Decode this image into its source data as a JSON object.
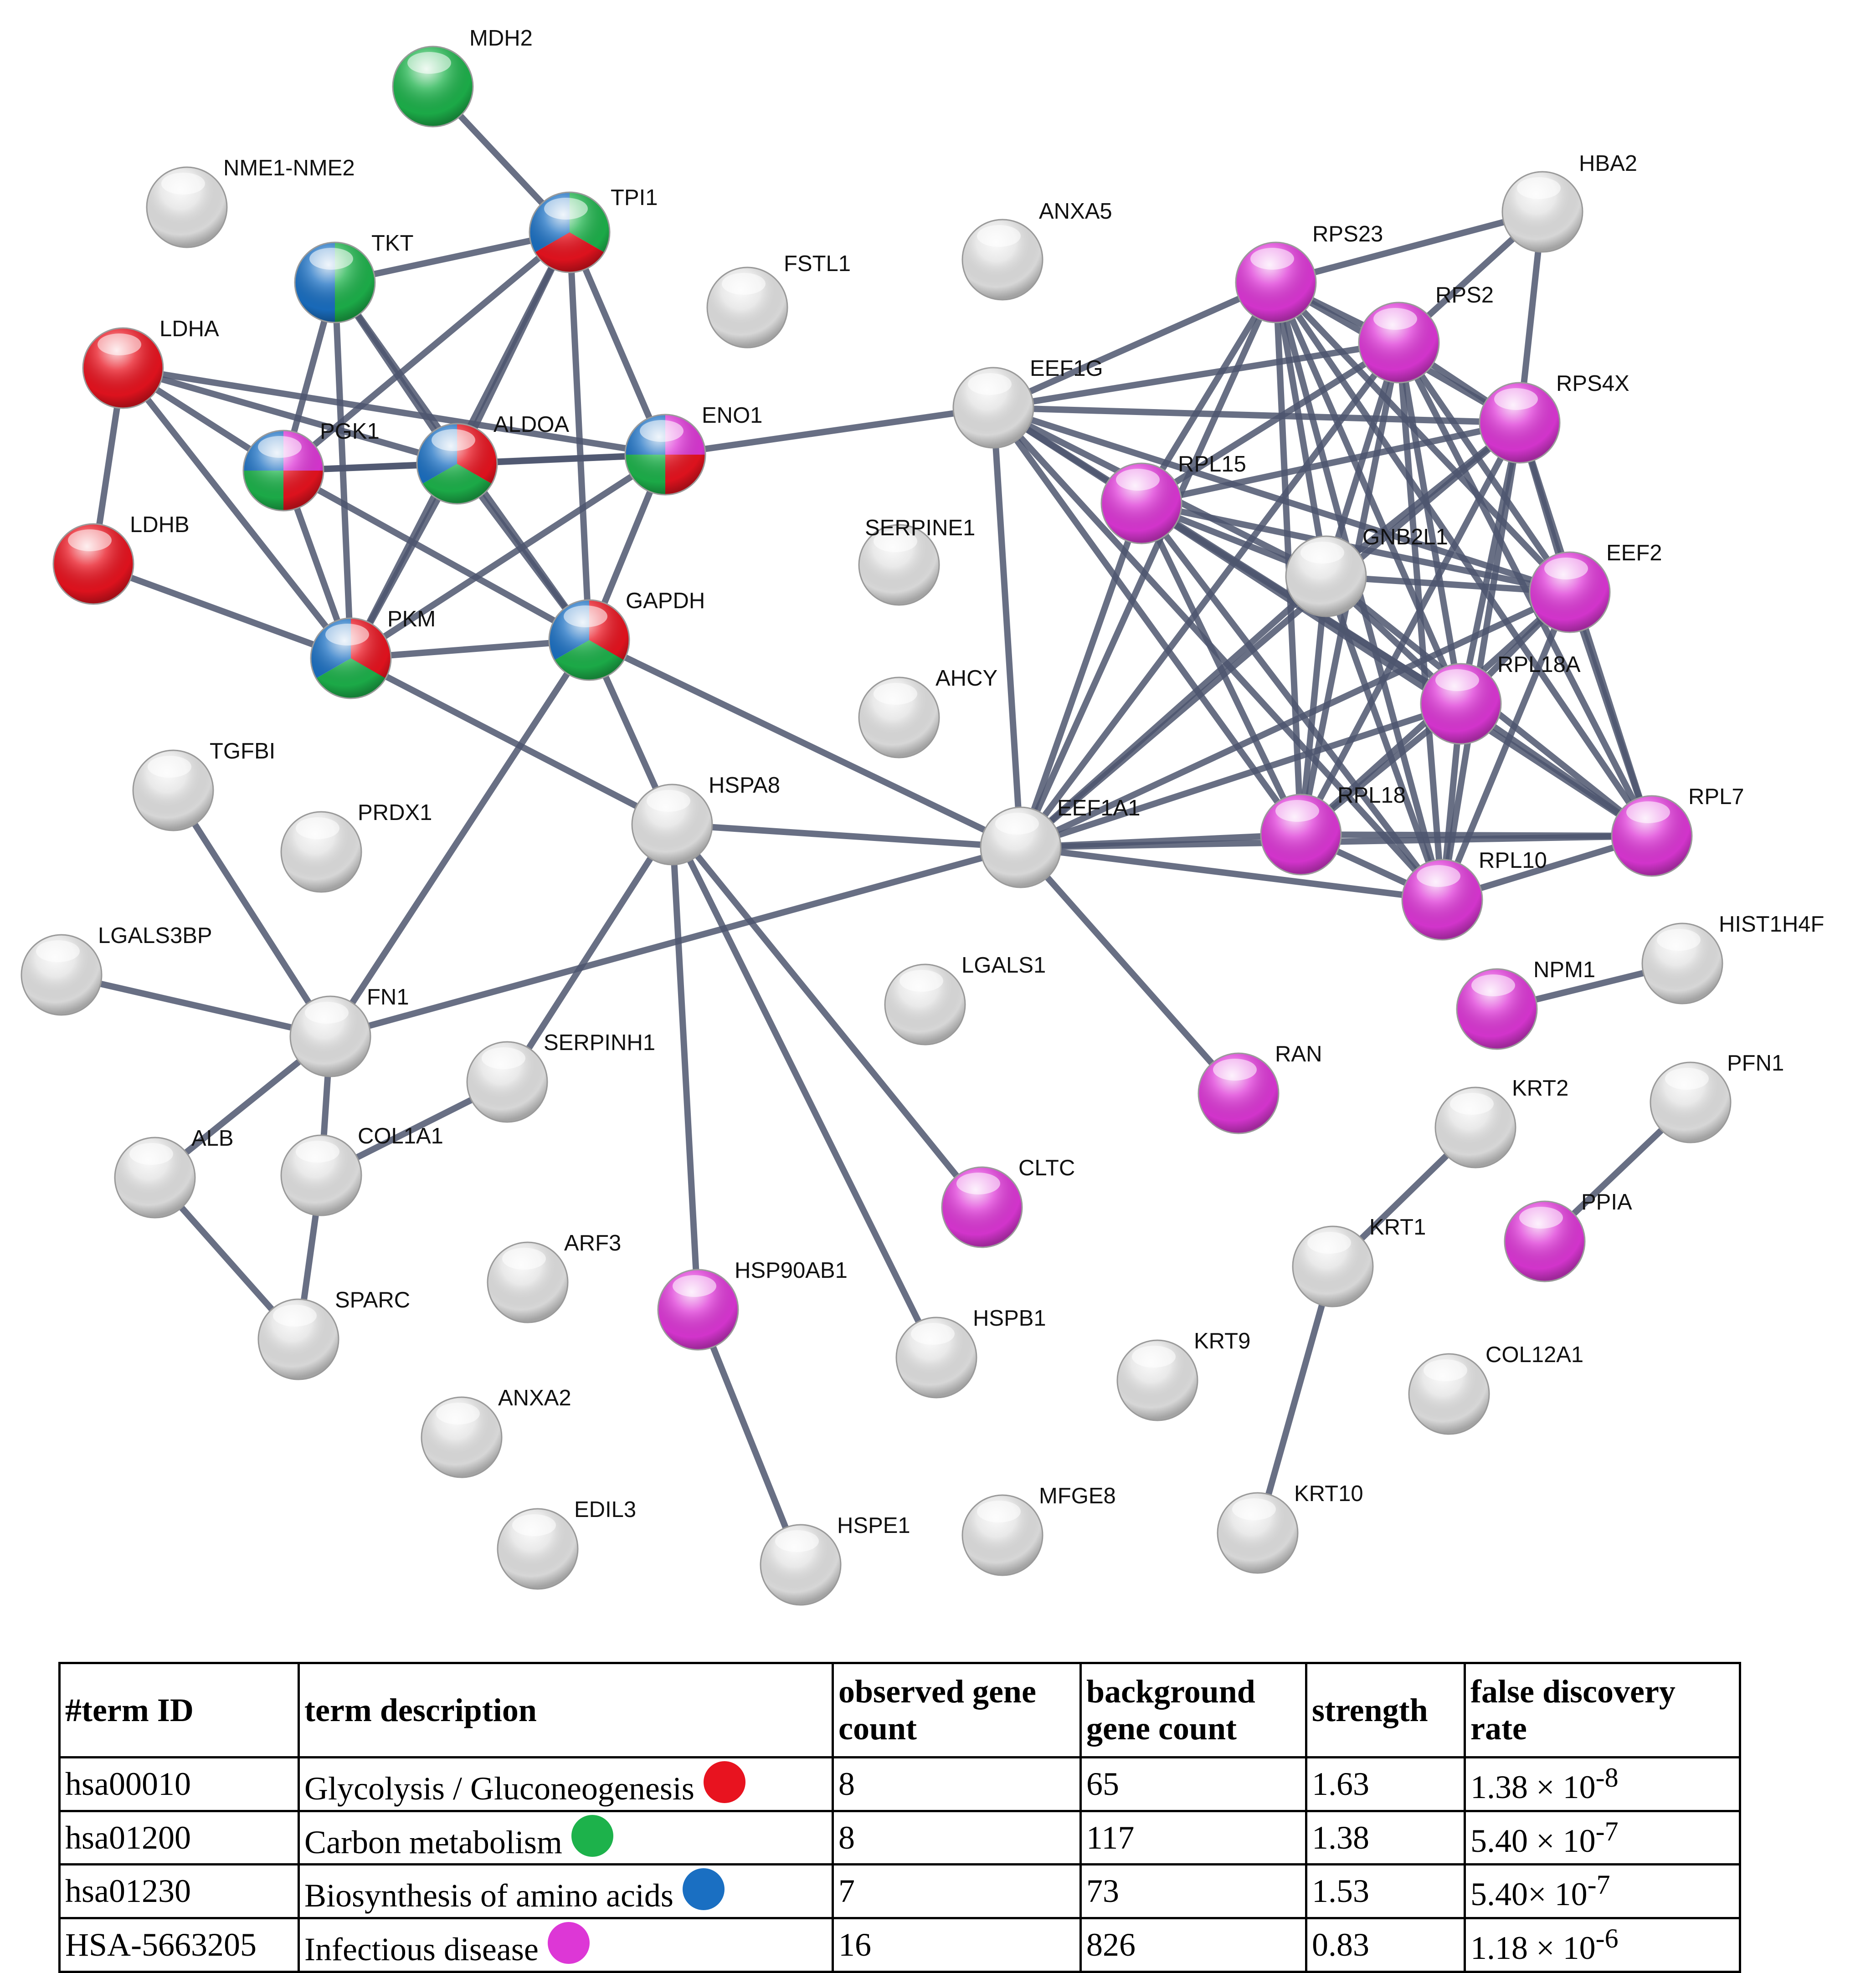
{
  "network": {
    "nodes": [
      {
        "id": "MDH2",
        "groups": [
          "carbon"
        ]
      },
      {
        "id": "NME1-NME2",
        "groups": []
      },
      {
        "id": "TPI1",
        "groups": [
          "carbon",
          "glycolysis",
          "amino"
        ]
      },
      {
        "id": "TKT",
        "groups": [
          "carbon",
          "amino"
        ]
      },
      {
        "id": "LDHA",
        "groups": [
          "glycolysis"
        ]
      },
      {
        "id": "PGK1",
        "groups": [
          "infectious",
          "glycolysis",
          "carbon",
          "amino"
        ]
      },
      {
        "id": "ALDOA",
        "groups": [
          "glycolysis",
          "carbon",
          "amino"
        ]
      },
      {
        "id": "ENO1",
        "groups": [
          "infectious",
          "glycolysis",
          "carbon",
          "amino"
        ]
      },
      {
        "id": "LDHB",
        "groups": [
          "glycolysis"
        ]
      },
      {
        "id": "PKM",
        "groups": [
          "glycolysis",
          "carbon",
          "amino"
        ]
      },
      {
        "id": "GAPDH",
        "groups": [
          "glycolysis",
          "carbon",
          "amino"
        ]
      },
      {
        "id": "FSTL1",
        "groups": []
      },
      {
        "id": "ANXA5",
        "groups": []
      },
      {
        "id": "TGFBI",
        "groups": []
      },
      {
        "id": "PRDX1",
        "groups": []
      },
      {
        "id": "LGALS3BP",
        "groups": []
      },
      {
        "id": "FN1",
        "groups": []
      },
      {
        "id": "ALB",
        "groups": []
      },
      {
        "id": "COL1A1",
        "groups": []
      },
      {
        "id": "SPARC",
        "groups": []
      },
      {
        "id": "SERPINH1",
        "groups": []
      },
      {
        "id": "HSPA8",
        "groups": []
      },
      {
        "id": "SERPINE1",
        "groups": []
      },
      {
        "id": "AHCY",
        "groups": []
      },
      {
        "id": "ARF3",
        "groups": []
      },
      {
        "id": "ANXA2",
        "groups": []
      },
      {
        "id": "EDIL3",
        "groups": []
      },
      {
        "id": "HSP90AB1",
        "groups": [
          "infectious"
        ]
      },
      {
        "id": "HSPE1",
        "groups": []
      },
      {
        "id": "HSPB1",
        "groups": []
      },
      {
        "id": "MFGE8",
        "groups": []
      },
      {
        "id": "LGALS1",
        "groups": []
      },
      {
        "id": "CLTC",
        "groups": [
          "infectious"
        ]
      },
      {
        "id": "EEF1A1",
        "groups": []
      },
      {
        "id": "EEF1G",
        "groups": []
      },
      {
        "id": "RAN",
        "groups": [
          "infectious"
        ]
      },
      {
        "id": "KRT9",
        "groups": []
      },
      {
        "id": "KRT10",
        "groups": []
      },
      {
        "id": "KRT1",
        "groups": []
      },
      {
        "id": "KRT2",
        "groups": []
      },
      {
        "id": "COL12A1",
        "groups": []
      },
      {
        "id": "PPIA",
        "groups": [
          "infectious"
        ]
      },
      {
        "id": "PFN1",
        "groups": []
      },
      {
        "id": "NPM1",
        "groups": [
          "infectious"
        ]
      },
      {
        "id": "HIST1H4F",
        "groups": []
      },
      {
        "id": "RPS23",
        "groups": [
          "infectious"
        ]
      },
      {
        "id": "HBA2",
        "groups": []
      },
      {
        "id": "RPS2",
        "groups": [
          "infectious"
        ]
      },
      {
        "id": "RPS4X",
        "groups": [
          "infectious"
        ]
      },
      {
        "id": "RPL15",
        "groups": [
          "infectious"
        ]
      },
      {
        "id": "GNB2L1",
        "groups": []
      },
      {
        "id": "EEF2",
        "groups": [
          "infectious"
        ]
      },
      {
        "id": "RPL18A",
        "groups": [
          "infectious"
        ]
      },
      {
        "id": "RPL18",
        "groups": [
          "infectious"
        ]
      },
      {
        "id": "RPL10",
        "groups": [
          "infectious"
        ]
      },
      {
        "id": "RPL7",
        "groups": [
          "infectious"
        ]
      }
    ],
    "edges": [
      [
        "MDH2",
        "TPI1"
      ],
      [
        "TPI1",
        "TKT"
      ],
      [
        "TPI1",
        "PGK1"
      ],
      [
        "TPI1",
        "ALDOA"
      ],
      [
        "TPI1",
        "ENO1"
      ],
      [
        "TPI1",
        "GAPDH"
      ],
      [
        "TPI1",
        "PKM"
      ],
      [
        "TKT",
        "ALDOA"
      ],
      [
        "TKT",
        "PGK1"
      ],
      [
        "TKT",
        "GAPDH"
      ],
      [
        "TKT",
        "PKM"
      ],
      [
        "LDHA",
        "LDHB"
      ],
      [
        "LDHA",
        "PGK1"
      ],
      [
        "LDHA",
        "ALDOA"
      ],
      [
        "LDHA",
        "ENO1"
      ],
      [
        "LDHA",
        "PKM"
      ],
      [
        "LDHB",
        "PKM"
      ],
      [
        "PGK1",
        "ALDOA"
      ],
      [
        "PGK1",
        "ENO1"
      ],
      [
        "PGK1",
        "GAPDH"
      ],
      [
        "PGK1",
        "PKM"
      ],
      [
        "ALDOA",
        "ENO1"
      ],
      [
        "ALDOA",
        "GAPDH"
      ],
      [
        "ALDOA",
        "PKM"
      ],
      [
        "ENO1",
        "GAPDH"
      ],
      [
        "ENO1",
        "PKM"
      ],
      [
        "ENO1",
        "EEF1G"
      ],
      [
        "PKM",
        "GAPDH"
      ],
      [
        "PKM",
        "HSPA8"
      ],
      [
        "GAPDH",
        "HSPA8"
      ],
      [
        "GAPDH",
        "FN1"
      ],
      [
        "GAPDH",
        "EEF1A1"
      ],
      [
        "TGFBI",
        "FN1"
      ],
      [
        "LGALS3BP",
        "FN1"
      ],
      [
        "FN1",
        "ALB"
      ],
      [
        "FN1",
        "COL1A1"
      ],
      [
        "FN1",
        "EEF1A1"
      ],
      [
        "ALB",
        "SPARC"
      ],
      [
        "COL1A1",
        "SPARC"
      ],
      [
        "COL1A1",
        "SERPINH1"
      ],
      [
        "HSPA8",
        "SERPINH1"
      ],
      [
        "HSPA8",
        "EEF1A1"
      ],
      [
        "HSPA8",
        "HSP90AB1"
      ],
      [
        "HSPA8",
        "HSPB1"
      ],
      [
        "HSPA8",
        "CLTC"
      ],
      [
        "HSP90AB1",
        "HSPE1"
      ],
      [
        "EEF1A1",
        "RAN"
      ],
      [
        "EEF1A1",
        "EEF1G"
      ],
      [
        "EEF1A1",
        "RPL15"
      ],
      [
        "EEF1A1",
        "RPS23"
      ],
      [
        "EEF1A1",
        "RPS2"
      ],
      [
        "EEF1A1",
        "RPS4X"
      ],
      [
        "EEF1A1",
        "GNB2L1"
      ],
      [
        "EEF1A1",
        "EEF2"
      ],
      [
        "EEF1A1",
        "RPL18A"
      ],
      [
        "EEF1A1",
        "RPL18"
      ],
      [
        "EEF1A1",
        "RPL10"
      ],
      [
        "EEF1A1",
        "RPL7"
      ],
      [
        "EEF1G",
        "RPS23"
      ],
      [
        "EEF1G",
        "RPS2"
      ],
      [
        "EEF1G",
        "RPS4X"
      ],
      [
        "EEF1G",
        "RPL15"
      ],
      [
        "EEF1G",
        "GNB2L1"
      ],
      [
        "EEF1G",
        "EEF2"
      ],
      [
        "EEF1G",
        "RPL18A"
      ],
      [
        "EEF1G",
        "RPL18"
      ],
      [
        "EEF1G",
        "RPL10"
      ],
      [
        "RPS23",
        "HBA2"
      ],
      [
        "RPS23",
        "RPS2"
      ],
      [
        "RPS23",
        "RPS4X"
      ],
      [
        "RPS23",
        "RPL15"
      ],
      [
        "RPS23",
        "GNB2L1"
      ],
      [
        "RPS23",
        "EEF2"
      ],
      [
        "RPS23",
        "RPL18A"
      ],
      [
        "RPS23",
        "RPL18"
      ],
      [
        "RPS23",
        "RPL10"
      ],
      [
        "RPS23",
        "RPL7"
      ],
      [
        "HBA2",
        "RPS2"
      ],
      [
        "HBA2",
        "RPS4X"
      ],
      [
        "RPS2",
        "RPS4X"
      ],
      [
        "RPS2",
        "RPL15"
      ],
      [
        "RPS2",
        "GNB2L1"
      ],
      [
        "RPS2",
        "EEF2"
      ],
      [
        "RPS2",
        "RPL18A"
      ],
      [
        "RPS2",
        "RPL18"
      ],
      [
        "RPS2",
        "RPL10"
      ],
      [
        "RPS2",
        "RPL7"
      ],
      [
        "RPS4X",
        "RPL15"
      ],
      [
        "RPS4X",
        "GNB2L1"
      ],
      [
        "RPS4X",
        "EEF2"
      ],
      [
        "RPS4X",
        "RPL18A"
      ],
      [
        "RPS4X",
        "RPL18"
      ],
      [
        "RPS4X",
        "RPL10"
      ],
      [
        "RPS4X",
        "RPL7"
      ],
      [
        "RPL15",
        "GNB2L1"
      ],
      [
        "RPL15",
        "EEF2"
      ],
      [
        "RPL15",
        "RPL18A"
      ],
      [
        "RPL15",
        "RPL18"
      ],
      [
        "RPL15",
        "RPL10"
      ],
      [
        "RPL15",
        "RPL7"
      ],
      [
        "GNB2L1",
        "EEF2"
      ],
      [
        "GNB2L1",
        "RPL18A"
      ],
      [
        "GNB2L1",
        "RPL18"
      ],
      [
        "GNB2L1",
        "RPL10"
      ],
      [
        "GNB2L1",
        "RPL7"
      ],
      [
        "EEF2",
        "RPL18A"
      ],
      [
        "EEF2",
        "RPL18"
      ],
      [
        "EEF2",
        "RPL10"
      ],
      [
        "EEF2",
        "RPL7"
      ],
      [
        "RPL18A",
        "RPL18"
      ],
      [
        "RPL18A",
        "RPL10"
      ],
      [
        "RPL18A",
        "RPL7"
      ],
      [
        "RPL18",
        "RPL10"
      ],
      [
        "RPL18",
        "RPL7"
      ],
      [
        "RPL10",
        "RPL7"
      ],
      [
        "NPM1",
        "HIST1H4F"
      ],
      [
        "KRT1",
        "KRT2"
      ],
      [
        "KRT1",
        "KRT10"
      ],
      [
        "PPIA",
        "PFN1"
      ]
    ]
  },
  "group_colors": {
    "glycolysis": "#e8131f",
    "carbon": "#1db24b",
    "amino": "#1a6fc2",
    "infectious": "#dd37d6",
    "none": "#e2e2e2",
    "edge": "#4e566e"
  },
  "table": {
    "headers": [
      "#term ID",
      "term description",
      "observed gene count",
      "background gene count",
      "strength",
      "false discovery rate"
    ],
    "rows": [
      {
        "id": "hsa00010",
        "description": "Glycolysis / Gluconeogenesis",
        "observed": "8",
        "background": "65",
        "strength": "1.63",
        "fdr_base": "1.38 × 10",
        "fdr_exp": "-8",
        "color": "#e8131f"
      },
      {
        "id": "hsa01200",
        "description": "Carbon metabolism",
        "observed": "8",
        "background": "117",
        "strength": "1.38",
        "fdr_base": "5.40 × 10",
        "fdr_exp": "-7",
        "color": "#1db24b"
      },
      {
        "id": "hsa01230",
        "description": "Biosynthesis of amino acids",
        "observed": "7",
        "background": "73",
        "strength": "1.53",
        "fdr_base": "5.40× 10",
        "fdr_exp": "-7",
        "color": "#1a6fc2"
      },
      {
        "id": "HSA-5663205",
        "description": "Infectious disease",
        "observed": "16",
        "background": "826",
        "strength": "0.83",
        "fdr_base": "1.18 × 10",
        "fdr_exp": "-6",
        "color": "#dd37d6"
      }
    ]
  }
}
